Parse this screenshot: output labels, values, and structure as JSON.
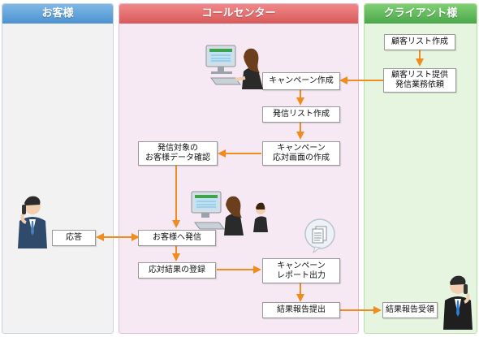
{
  "lanes": {
    "customer": "お客様",
    "callcenter": "コールセンター",
    "client": "クライアント様"
  },
  "nodes": {
    "client_list_create": "顧客リスト作成",
    "client_list_provide": "顧客リスト提供\n発信業務依頼",
    "campaign_create": "キャンペーン作成",
    "call_list_create": "発信リスト作成",
    "campaign_screen": "キャンペーン\n応対画面の作成",
    "target_check": "発信対象の\nお客様データ確認",
    "call_customer": "お客様へ発信",
    "respond": "応答",
    "result_register": "応対結果の登録",
    "campaign_report": "キャンペーン\nレポート出力",
    "result_submit": "結果報告提出",
    "result_receive": "結果報告受領"
  },
  "colors": {
    "arrow": "#f08c1e",
    "customer_header": "#4d92d0",
    "callcenter_header": "#d95a5a",
    "client_header": "#4aa84a"
  },
  "icons": [
    "operator-woman-icon",
    "operators-group-icon",
    "customer-phone-icon",
    "report-document-icon",
    "client-phone-icon"
  ]
}
